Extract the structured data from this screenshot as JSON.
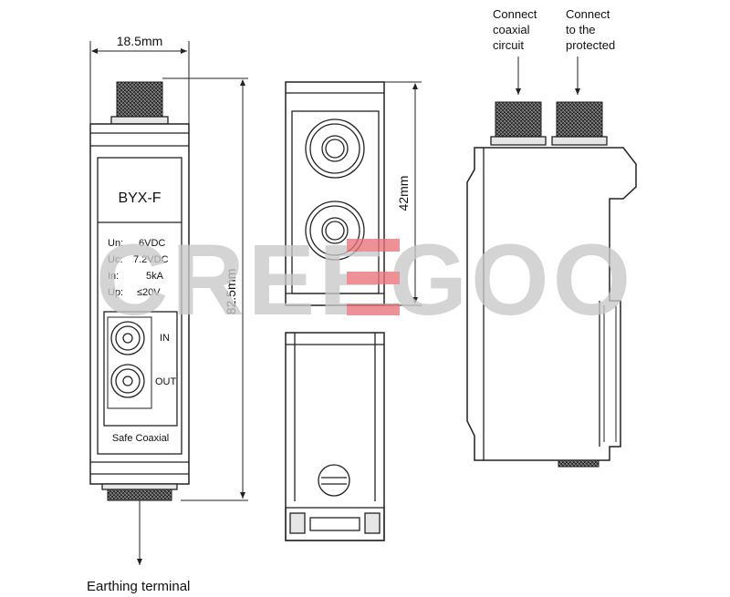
{
  "dimensions": {
    "width": "18.5mm",
    "height": "82.5mm",
    "depth": "42mm"
  },
  "front_panel": {
    "model": "BYX-F",
    "specs": [
      {
        "key": "Un:",
        "value": "6VDC"
      },
      {
        "key": "Uc:",
        "value": "7.2VDC"
      },
      {
        "key": "In:",
        "value": "5kA"
      },
      {
        "key": "Up:",
        "value": "≤20V"
      }
    ],
    "port_in_label": "IN",
    "port_out_label": "OUT",
    "footer_label": "Safe Coaxial"
  },
  "annotations": {
    "earthing": "Earthing terminal",
    "connect_coax": [
      "Connect",
      "coaxial",
      "circuit"
    ],
    "connect_protected": [
      "Connect",
      "to the",
      "protected"
    ]
  },
  "watermark": {
    "text": "CREEGOO",
    "accent_color": "#e8737a",
    "gray_color": "#c8c8c8"
  }
}
